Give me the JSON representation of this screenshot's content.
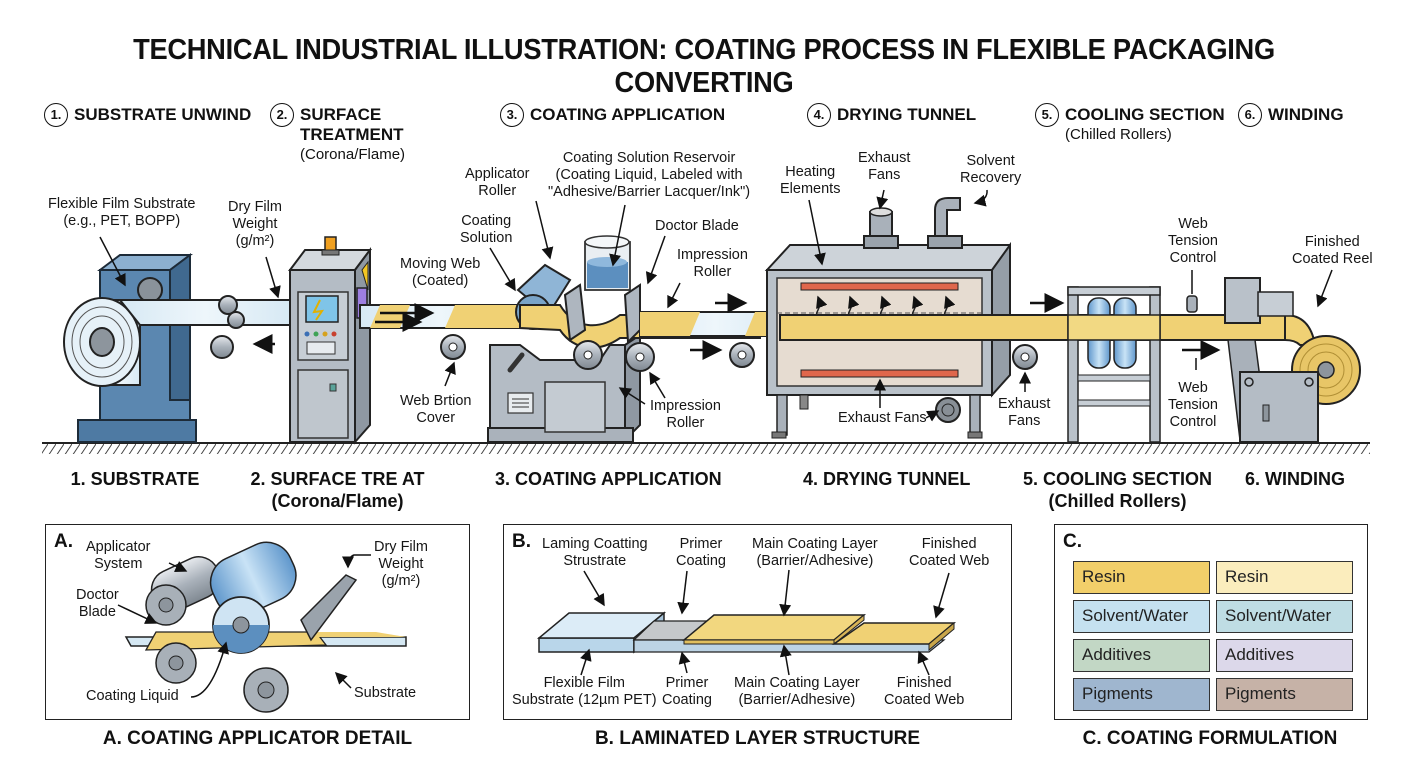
{
  "title": "TECHNICAL INDUSTRIAL ILLUSTRATION: COATING PROCESS IN FLEXIBLE PACKAGING CONVERTING",
  "steps_top": [
    {
      "num": "1.",
      "title": "SUBSTRATE UNWIND",
      "sub": ""
    },
    {
      "num": "2.",
      "title": "SURFACE TREATMENT",
      "sub": "(Corona/Flame)"
    },
    {
      "num": "3.",
      "title": "COATING APPLICATION",
      "sub": ""
    },
    {
      "num": "4.",
      "title": "DRYING TUNNEL",
      "sub": ""
    },
    {
      "num": "5.",
      "title": "COOLING SECTION",
      "sub": "(Chilled Rollers)"
    },
    {
      "num": "6.",
      "title": "WINDING",
      "sub": ""
    }
  ],
  "steps_bottom": [
    {
      "title": "1. SUBSTRATE",
      "sub": ""
    },
    {
      "title": "2. SURFACE TRE AT",
      "sub": "(Corona/Flame)"
    },
    {
      "title": "3. COATING APPLICATION",
      "sub": ""
    },
    {
      "title": "4. DRYING TUNNEL",
      "sub": ""
    },
    {
      "title": "5. COOLING SECTION",
      "sub": "(Chilled Rollers)"
    },
    {
      "title": "6. WINDING",
      "sub": ""
    }
  ],
  "process_labels": {
    "flexible_film_substrate": [
      "Flexible Film Substrate",
      "(e.g., PET, BOPP)"
    ],
    "dry_film_weight": [
      "Dry Film",
      "Weight",
      "(g/m²)"
    ],
    "moving_web": [
      "Moving Web",
      "(Coated)"
    ],
    "web_portion_cover": [
      "Web Brtion",
      "Cover"
    ],
    "coating_solution": [
      "Coating",
      "Solution"
    ],
    "applicator_roller": [
      "Applicator",
      "Roller"
    ],
    "reservoir": [
      "Coating Solution Reservoir",
      "(Coating Liquid, Labeled with",
      "\"Adhesive/Barrier Lacquer/Ink\")"
    ],
    "doctor_blade": [
      "Doctor Blade"
    ],
    "impression_roller_top": [
      "Impression",
      "Roller"
    ],
    "impression_roller_bottom": [
      "Impression",
      "Roller"
    ],
    "heating_elements": [
      "Heating",
      "Elements"
    ],
    "exhaust_fans_top": [
      "Exhaust",
      "Fans"
    ],
    "solvent_recovery": [
      "Solvent",
      "Recovery"
    ],
    "exhaust_fans_bottom": [
      "Exhaust Fans"
    ],
    "exhaust_fans_side": [
      "Exhaust",
      "Fans"
    ],
    "web_tension_top": [
      "Web",
      "Tension",
      "Control"
    ],
    "web_tension_bottom": [
      "Web",
      "Tension",
      "Control"
    ],
    "finished_reel": [
      "Finished",
      "Coated Reel"
    ]
  },
  "panel_a": {
    "letter": "A.",
    "caption": "A. COATING APPLICATOR DETAIL",
    "labels": {
      "applicator_system": [
        "Applicator",
        "System"
      ],
      "doctor_blade": [
        "Doctor",
        "Blade"
      ],
      "dry_film_weight": [
        "Dry Film",
        "Weight",
        "(g/m²)"
      ],
      "coating_liquid": [
        "Coating Liquid"
      ],
      "substrate": [
        "Substrate"
      ]
    }
  },
  "panel_b": {
    "letter": "B.",
    "caption": "B. LAMINATED LAYER STRUCTURE",
    "top_labels": [
      [
        "Laming Coatting",
        "Strustrate"
      ],
      [
        "Primer",
        "Coating"
      ],
      [
        "Main Coating Layer",
        "(Barrier/Adhesive)"
      ],
      [
        "Finished",
        "Coated Web"
      ]
    ],
    "bottom_labels": [
      [
        "Flexible Film",
        "Substrate (12µm PET)"
      ],
      [
        "Primer",
        "Coating"
      ],
      [
        "Main Coating Layer",
        "(Barrier/Adhesive)"
      ],
      [
        "Finished",
        "Coated Web"
      ]
    ]
  },
  "panel_c": {
    "letter": "C.",
    "caption": "C. COATING FORMULATION",
    "cells": [
      {
        "label": "Resin",
        "color": "#f2cf6a"
      },
      {
        "label": "Resin",
        "color": "#fbedbd"
      },
      {
        "label": "Solvent/Water",
        "color": "#c5e1f0"
      },
      {
        "label": "Solvent/Water",
        "color": "#bfdde4"
      },
      {
        "label": "Additives",
        "color": "#c2d7c5"
      },
      {
        "label": "Additives",
        "color": "#dcd8ea"
      },
      {
        "label": "Pigments",
        "color": "#9fb6cf"
      },
      {
        "label": "Pigments",
        "color": "#c6b2a7"
      }
    ]
  },
  "colors": {
    "machine_blue": "#5b87b0",
    "machine_gray": "#b9c1c9",
    "coating_yellow": "#f0d174",
    "film_blue": "#d5e8f3",
    "heater_red": "#e0674c"
  }
}
